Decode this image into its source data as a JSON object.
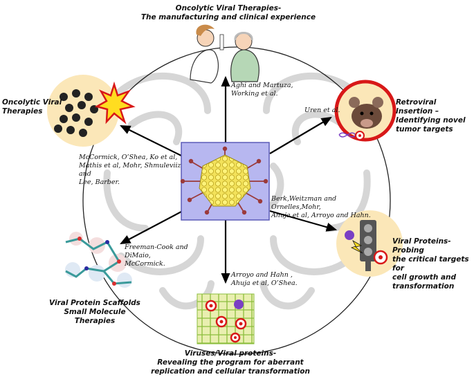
{
  "nodes": {
    "top": {
      "lines": [
        "Oncolytic Viral Therapies-",
        "The manufacturing and clinical experience"
      ]
    },
    "upper_left": {
      "lines": [
        "Oncolytic Viral",
        "Therapies"
      ]
    },
    "upper_right": {
      "lines": [
        "Retroviral Insertion –",
        "Identifying novel",
        "tumor targets"
      ]
    },
    "lower_right": {
      "lines": [
        "Viral Proteins-Probing",
        "the critical targets for",
        "cell growth and",
        "transformation"
      ]
    },
    "lower_left": {
      "lines": [
        "Viral Protein Scaffolds",
        "Small Molecule Therapies"
      ]
    },
    "bottom": {
      "lines": [
        "Viruses/Viral proteins-",
        "Revealing the program for aberrant",
        "replication and cellular transformation"
      ]
    }
  },
  "citations": {
    "top": {
      "lines": [
        "Aghi and Martuza,",
        "Working et al."
      ]
    },
    "upper_right": {
      "lines": [
        "Uren et al."
      ]
    },
    "upper_left": {
      "lines": [
        "McCormick, O’Shea, Ko et al,",
        "Mathis et al, Mohr, Shmuleviiz and",
        "Lee, Barber."
      ]
    },
    "lower_right": {
      "lines": [
        "Berk,Weitzman and Ornelles,Mohr,",
        "Ahuja et al, Arroyo and Hahn."
      ]
    },
    "lower_left": {
      "lines": [
        "Freeman-Cook and DiMaio,",
        "McCormick."
      ]
    },
    "bottom": {
      "lines": [
        "Arroyo and Hahn ,",
        "Ahuja et al, O’Shea."
      ]
    }
  },
  "colors": {
    "center_box": "#b7b7f0",
    "center_box_border": "#5b5bb8",
    "node_fill": "#fbe7b8",
    "arrow": "#000000",
    "circle": "#222222",
    "virus": "#f3e25a",
    "spike": "#9b3a3a",
    "target_red": "#d82020"
  },
  "icons": [
    "adenovirus-icon",
    "scientists-icon",
    "virus-cluster-icon",
    "mouse-icon",
    "traffic-light-icon",
    "molecule-icon",
    "circuit-board-icon"
  ]
}
